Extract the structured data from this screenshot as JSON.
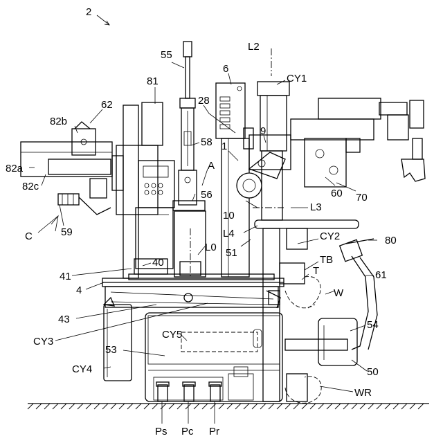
{
  "figure_number": "2",
  "labels": {
    "l2": "2",
    "l55": "55",
    "l81": "81",
    "l6": "6",
    "lL2": "L2",
    "lCY1": "CY1",
    "l62": "62",
    "l82b": "82b",
    "l28": "28",
    "l58": "58",
    "l1": "1",
    "l9": "9",
    "l82a": "82a",
    "l82c": "82c",
    "lA": "A",
    "l56": "56",
    "l60": "60",
    "l70": "70",
    "l59": "59",
    "lC": "C",
    "l10": "10",
    "lL3": "L3",
    "lL4": "L4",
    "l51": "51",
    "lL0": "L0",
    "lCY2": "CY2",
    "l80": "80",
    "l41": "41",
    "l40": "40",
    "lTB": "TB",
    "lT": "T",
    "l61": "61",
    "l4": "4",
    "lW": "W",
    "l43": "43",
    "lCY3": "CY3",
    "l54": "54",
    "lCY5": "CY5",
    "l53": "53",
    "lCY4": "CY4",
    "l50": "50",
    "lWR": "WR",
    "lPs": "Ps",
    "lPc": "Pc",
    "lPr": "Pr"
  }
}
